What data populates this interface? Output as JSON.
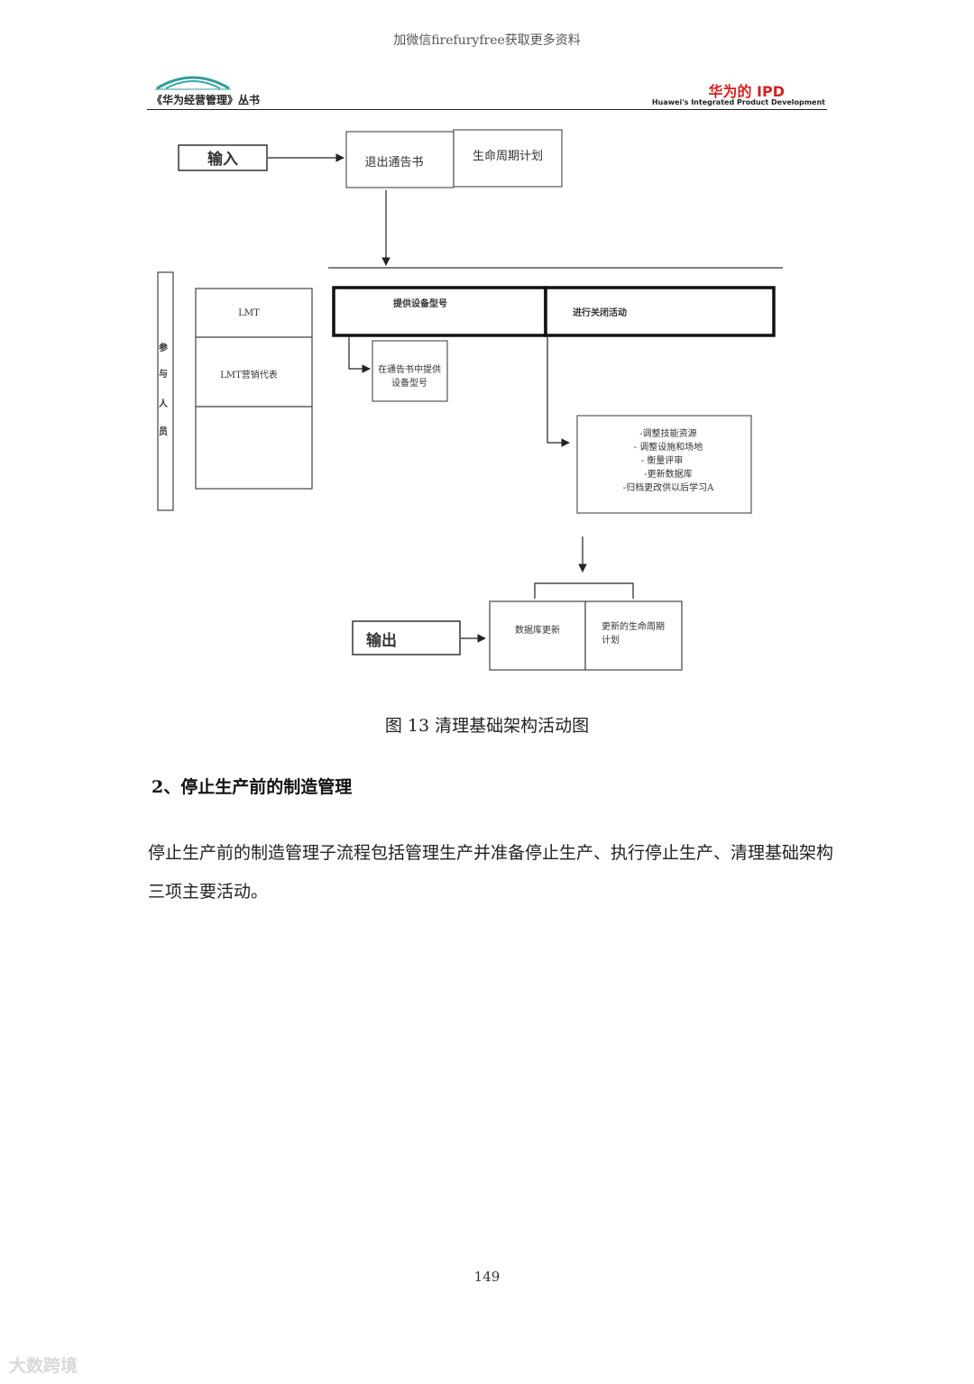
{
  "watermark": "加微信firefuryfree获取更多资料",
  "header": {
    "series": "《华为经营管理》丛书",
    "brand_title": "华为的 IPD",
    "brand_subtitle": "Huawei's Integrated Product Development"
  },
  "diagram": {
    "input_label": "输入",
    "input_docs": [
      "退出通告书",
      "生命周期计划"
    ],
    "participants_label": [
      "参",
      "与",
      "人",
      "员"
    ],
    "roles": [
      "LMT",
      "LMT营销代表",
      ""
    ],
    "activities": [
      "提供设备型号",
      "进行关闭活动"
    ],
    "sub_activity": [
      "在通告书中提供",
      "设备型号"
    ],
    "close_tasks": [
      "-调整技能资源",
      "- 调整设施和场地",
      "- 衡量评审",
      "-更新数据库",
      "-归档更改供以后学习A"
    ],
    "output_label": "输出",
    "output_docs": [
      "数据库更新",
      "更新的生命周期",
      "计划"
    ]
  },
  "caption": "图 13 清理基础架构活动图",
  "section_heading": "2、停止生产前的制造管理",
  "paragraph": "停止生产前的制造管理子流程包括管理生产并准备停止生产、执行停止生产、清理基础架构三项主要活动。",
  "page_number": "149",
  "corner_mark": "大数跨境"
}
